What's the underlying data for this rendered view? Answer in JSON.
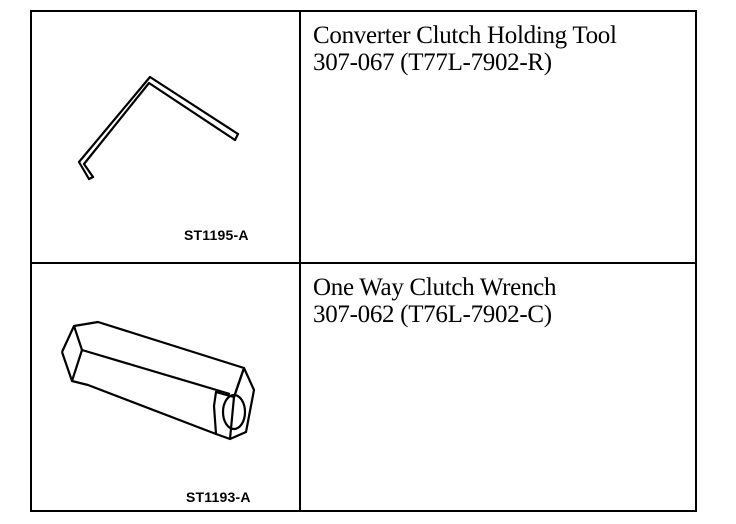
{
  "rows": [
    {
      "illustration": "allen-key-tool",
      "art_id": "ST1195-A",
      "title": "Converter Clutch Holding Tool",
      "number": "307-067 (T77L-7902-R)"
    },
    {
      "illustration": "hex-bar-wrench",
      "art_id": "ST1193-A",
      "title": "One Way Clutch Wrench",
      "number": "307-062 (T76L-7902-C)"
    }
  ]
}
